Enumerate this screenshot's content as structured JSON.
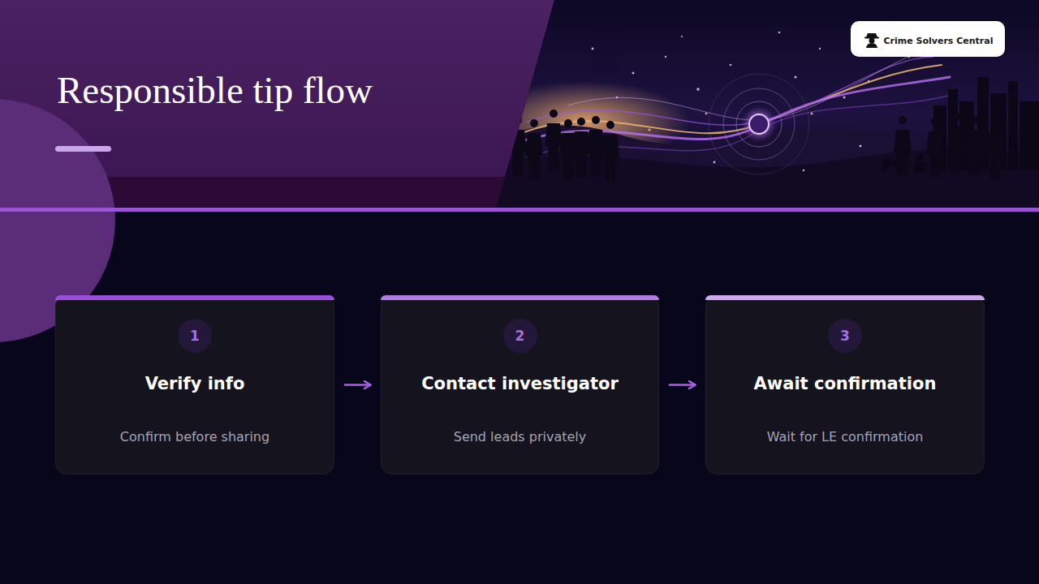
{
  "diagram": {
    "title": "Responsible tip flow",
    "nodes": [
      {
        "text": [
          "1",
          "Verify info",
          "Confirm before sharing"
        ]
      },
      {
        "text": [
          "2",
          "Contact investigator",
          "Send leads privately"
        ]
      },
      {
        "text": [
          "3",
          "Await confirmation",
          "Wait for LE confirmation"
        ]
      }
    ],
    "edges": [
      {
        "from": 0,
        "to": 1,
        "arrow": "to"
      },
      {
        "from": 1,
        "to": 2,
        "arrow": "to"
      }
    ],
    "labels": [
      "Crime Solvers Central"
    ]
  }
}
